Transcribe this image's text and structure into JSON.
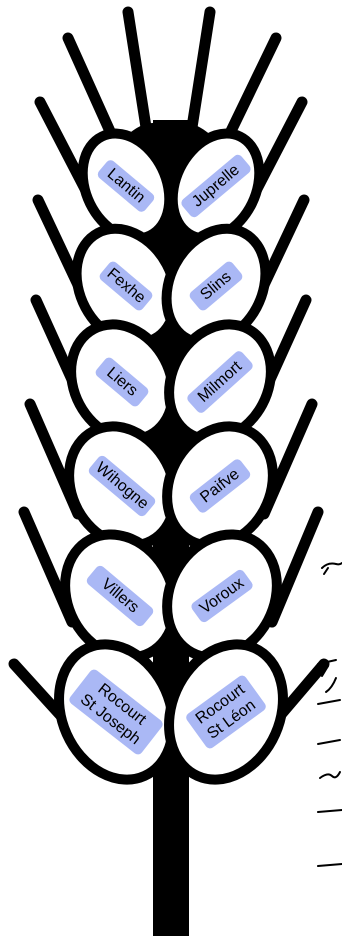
{
  "colors": {
    "stalk": "#000000",
    "grain_fill": "#ffffff",
    "label_bg": "#aab8f5",
    "label_text": "#000000"
  },
  "grains": [
    {
      "id": "lantin",
      "side": "left",
      "lines": [
        "Lantin"
      ]
    },
    {
      "id": "juprelle",
      "side": "right",
      "lines": [
        "Juprelle"
      ]
    },
    {
      "id": "fexhe",
      "side": "left",
      "lines": [
        "Fexhe"
      ]
    },
    {
      "id": "slins",
      "side": "right",
      "lines": [
        "Slins"
      ]
    },
    {
      "id": "liers",
      "side": "left",
      "lines": [
        "Liers"
      ]
    },
    {
      "id": "milmort",
      "side": "right",
      "lines": [
        "Milmort"
      ]
    },
    {
      "id": "wihogne",
      "side": "left",
      "lines": [
        "Wihogne"
      ]
    },
    {
      "id": "paifve",
      "side": "right",
      "lines": [
        "Paifve"
      ]
    },
    {
      "id": "villers",
      "side": "left",
      "lines": [
        "Villers"
      ]
    },
    {
      "id": "voroux",
      "side": "right",
      "lines": [
        "Voroux"
      ]
    },
    {
      "id": "rocourt-st-joseph",
      "side": "left",
      "lines": [
        "Rocourt",
        "St Joseph"
      ]
    },
    {
      "id": "rocourt-st-leon",
      "side": "right",
      "lines": [
        "Rocourt",
        "St Léon"
      ]
    }
  ]
}
